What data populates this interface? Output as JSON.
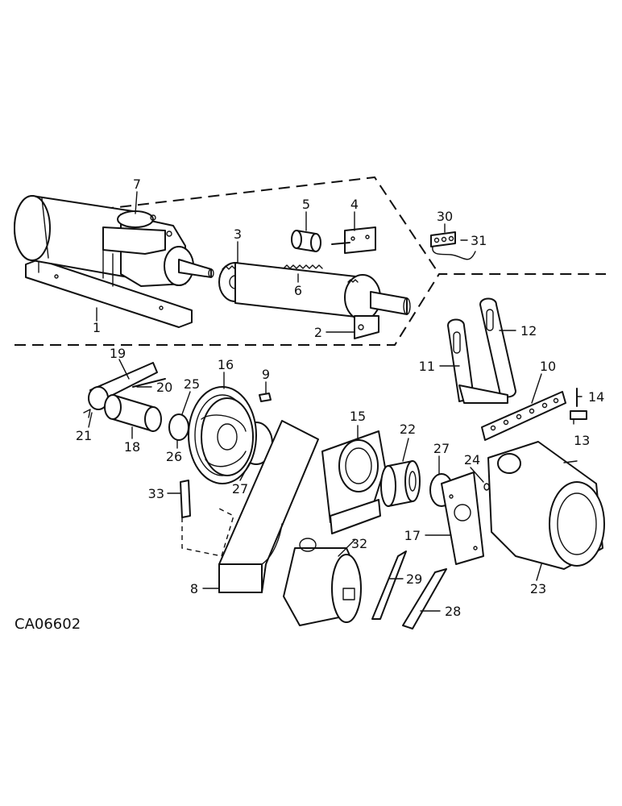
{
  "diagram": {
    "code": "CA06602",
    "callouts": [
      "1",
      "2",
      "3",
      "4",
      "5",
      "6",
      "7",
      "8",
      "9",
      "10",
      "11",
      "12",
      "13",
      "14",
      "15",
      "16",
      "17",
      "18",
      "19",
      "20",
      "21",
      "22",
      "23",
      "24",
      "25",
      "26",
      "27",
      "27",
      "28",
      "29",
      "30",
      "31",
      "32",
      "33"
    ]
  }
}
